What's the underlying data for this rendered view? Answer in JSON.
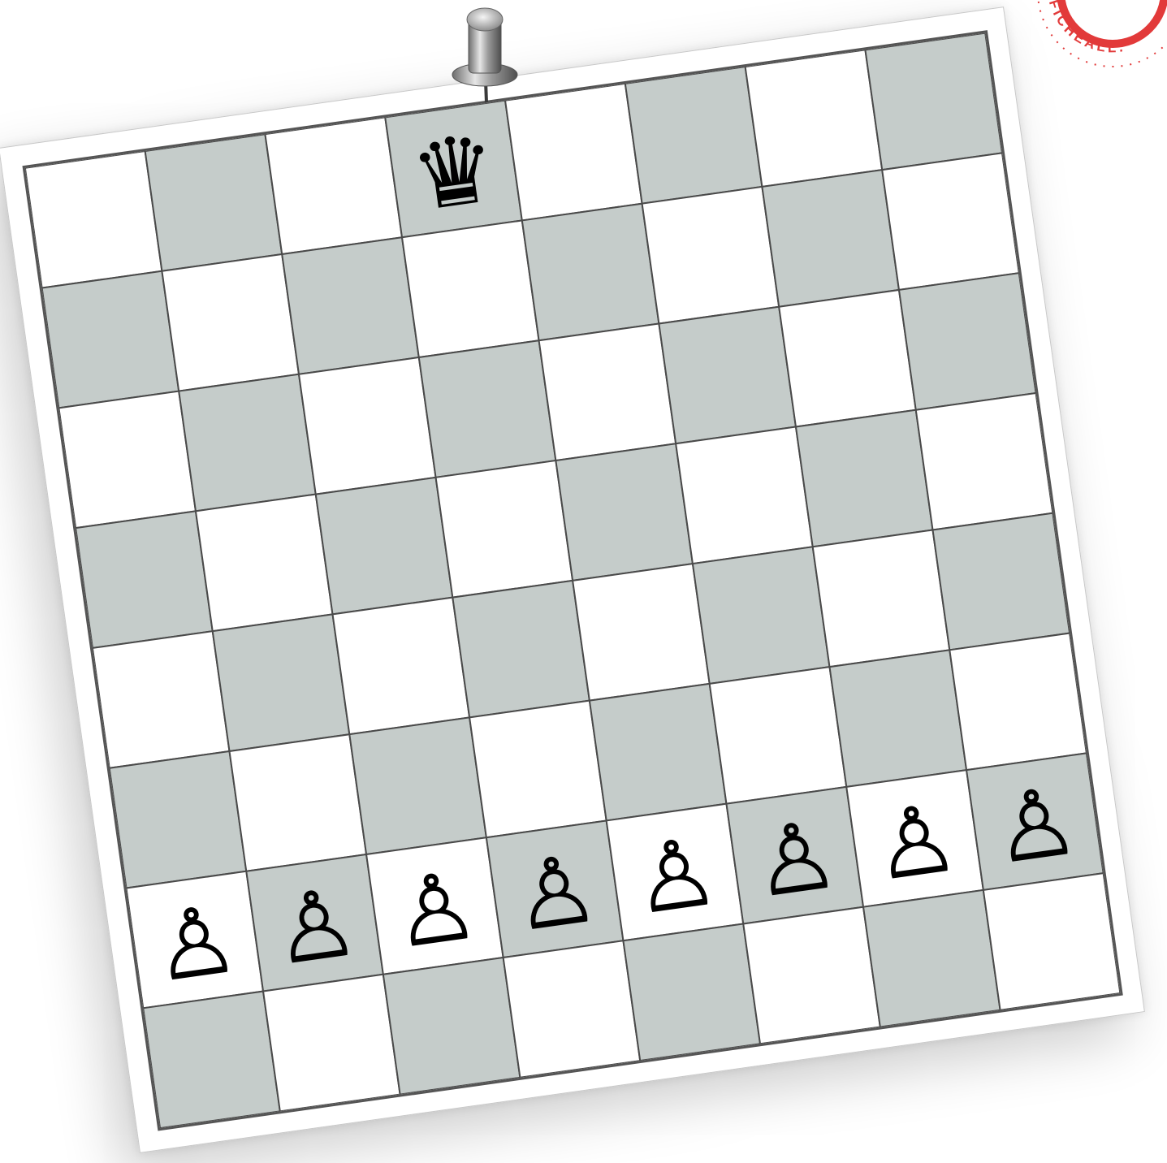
{
  "board": {
    "files": 8,
    "ranks": 8,
    "colors": {
      "light": "#ffffff",
      "dark": "#c5ccca",
      "grid_line": "#4a4a4a",
      "paper": "#ffffff"
    },
    "pieces": [
      {
        "name": "black-queen",
        "symbol": "♛",
        "color": "black",
        "file": 4,
        "rank": 8
      },
      {
        "name": "white-pawn",
        "symbol": "♙",
        "color": "white",
        "file": 1,
        "rank": 2
      },
      {
        "name": "white-pawn",
        "symbol": "♙",
        "color": "white",
        "file": 2,
        "rank": 2
      },
      {
        "name": "white-pawn",
        "symbol": "♙",
        "color": "white",
        "file": 3,
        "rank": 2
      },
      {
        "name": "white-pawn",
        "symbol": "♙",
        "color": "white",
        "file": 4,
        "rank": 2
      },
      {
        "name": "white-pawn",
        "symbol": "♙",
        "color": "white",
        "file": 5,
        "rank": 2
      },
      {
        "name": "white-pawn",
        "symbol": "♙",
        "color": "white",
        "file": 6,
        "rank": 2
      },
      {
        "name": "white-pawn",
        "symbol": "♙",
        "color": "white",
        "file": 7,
        "rank": 2
      },
      {
        "name": "white-pawn",
        "symbol": "♙",
        "color": "white",
        "file": 8,
        "rank": 2
      }
    ]
  },
  "decorations": {
    "pushpin_icon": "pushpin-icon",
    "seal_icon": "stamp-seal-icon",
    "seal_text": "FICHEALL.",
    "seal_color": "#e23a3a"
  }
}
